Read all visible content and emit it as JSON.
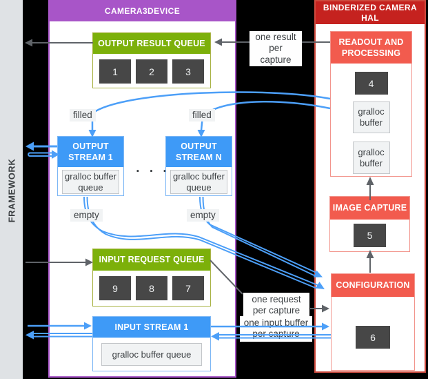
{
  "colors": {
    "background": "#000000",
    "framework_strip": "#DFE2E5",
    "camera3device_purple": "#A855C8",
    "hal_red": "#C5221F",
    "hal_salmon": "#F25B4E",
    "queue_green": "#7CB00A",
    "stream_blue": "#3E9AF7",
    "dark_item": "#474747",
    "arrow_gray": "#5F6368",
    "arrow_blue": "#4C9FF8",
    "label_bg": "#F1F3F4"
  },
  "framework": {
    "label": "FRAMEWORK"
  },
  "camera3device": {
    "title": "CAMERA3DEVICE",
    "output_result_queue": {
      "title": "OUTPUT RESULT QUEUE",
      "items": [
        "1",
        "2",
        "3"
      ]
    },
    "output_stream_1": {
      "title": "OUTPUT STREAM 1",
      "buffer_label": "gralloc buffer queue"
    },
    "output_stream_n": {
      "title": "OUTPUT STREAM N",
      "buffer_label": "gralloc buffer queue"
    },
    "streams_ellipsis": "· · ·",
    "input_request_queue": {
      "title": "INPUT REQUEST QUEUE",
      "items": [
        "9",
        "8",
        "7"
      ]
    },
    "input_stream_1": {
      "title": "INPUT STREAM 1",
      "buffer_label": "gralloc buffer queue"
    }
  },
  "hal": {
    "title": "BINDERIZED CAMERA HAL",
    "readout": {
      "title": "READOUT AND PROCESSING",
      "item": "4",
      "buffers": [
        "gralloc buffer",
        "gralloc buffer"
      ]
    },
    "image_capture": {
      "title": "IMAGE CAPTURE",
      "item": "5"
    },
    "configuration": {
      "title": "CONFIGURATION",
      "item": "6"
    }
  },
  "connectors": {
    "filled": "filled",
    "empty": "empty",
    "one_result": "one result per capture",
    "one_request": "one request per capture",
    "one_input_buffer": "one input buffer per capture"
  }
}
